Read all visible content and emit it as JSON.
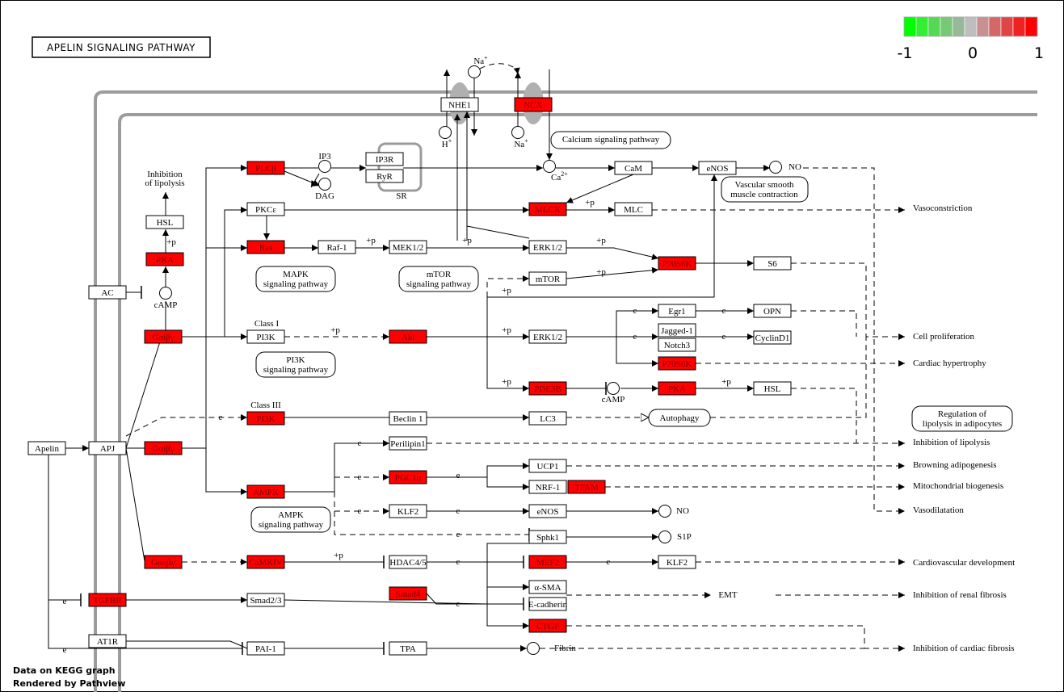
{
  "title": "APELIN SIGNALING PATHWAY",
  "footer": {
    "line1": "Data on KEGG graph",
    "line2": "Rendered by Pathview"
  },
  "legend": {
    "colors": [
      "#00ff00",
      "#33ee33",
      "#55d955",
      "#77c877",
      "#99b899",
      "#bebebe",
      "#c89090",
      "#d46868",
      "#e04545",
      "#ee2222",
      "#ff0000"
    ],
    "ticks": [
      "-1",
      "0",
      "1"
    ]
  },
  "colors": {
    "up": "#ff0000",
    "none": "#ffffff",
    "membrane": "#9c9c9c"
  },
  "genes": [
    {
      "id": "nhe1",
      "label": "NHE1",
      "hit": false
    },
    {
      "id": "ncx",
      "label": "NCX",
      "hit": true
    },
    {
      "id": "plcb",
      "label": "PLCβ",
      "hit": true
    },
    {
      "id": "ip3r",
      "label": "IP3R",
      "hit": false
    },
    {
      "id": "ryr",
      "label": "RyR",
      "hit": false
    },
    {
      "id": "cam",
      "label": "CaM",
      "hit": false
    },
    {
      "id": "enos1",
      "label": "eNOS",
      "hit": false
    },
    {
      "id": "hsl1",
      "label": "HSL",
      "hit": false
    },
    {
      "id": "pkce",
      "label": "PKCε",
      "hit": false
    },
    {
      "id": "mlck",
      "label": "MLCK",
      "hit": true
    },
    {
      "id": "mlc",
      "label": "MLC",
      "hit": false
    },
    {
      "id": "pka1",
      "label": "PKA",
      "hit": true
    },
    {
      "id": "ras",
      "label": "Ras",
      "hit": true
    },
    {
      "id": "raf1",
      "label": "Raf-1",
      "hit": false
    },
    {
      "id": "mek12",
      "label": "MEK1/2",
      "hit": false
    },
    {
      "id": "erk12a",
      "label": "ERK1/2",
      "hit": false
    },
    {
      "id": "p70a",
      "label": "P70S6K",
      "hit": true
    },
    {
      "id": "s6",
      "label": "S6",
      "hit": false
    },
    {
      "id": "ac",
      "label": "AC",
      "hit": false
    },
    {
      "id": "mtor",
      "label": "mTOR",
      "hit": false
    },
    {
      "id": "gby1",
      "label": "Gαiβγ",
      "hit": true
    },
    {
      "id": "pi3k1",
      "label": "PI3K",
      "hit": false
    },
    {
      "id": "akt",
      "label": "Akt",
      "hit": true
    },
    {
      "id": "erk12b",
      "label": "ERK1/2",
      "hit": false
    },
    {
      "id": "egr1",
      "label": "Egr1",
      "hit": false
    },
    {
      "id": "opn",
      "label": "OPN",
      "hit": false
    },
    {
      "id": "jag1",
      "label": "Jagged-1",
      "hit": false
    },
    {
      "id": "notch3",
      "label": "Notch3",
      "hit": false
    },
    {
      "id": "cycd1",
      "label": "CyclinD1",
      "hit": false
    },
    {
      "id": "p70b",
      "label": "P70S6K",
      "hit": true
    },
    {
      "id": "pde3b",
      "label": "PDE3B",
      "hit": true
    },
    {
      "id": "pka2",
      "label": "PKA",
      "hit": true
    },
    {
      "id": "hsl2",
      "label": "HSL",
      "hit": false
    },
    {
      "id": "pi3k3",
      "label": "PI3K",
      "hit": true
    },
    {
      "id": "beclin",
      "label": "Beclin 1",
      "hit": false
    },
    {
      "id": "lc3",
      "label": "LC3",
      "hit": false
    },
    {
      "id": "apelin",
      "label": "Apelin",
      "hit": false
    },
    {
      "id": "apj",
      "label": "APJ",
      "hit": false
    },
    {
      "id": "gby2",
      "label": "Gαiβγ",
      "hit": true
    },
    {
      "id": "perilipin",
      "label": "Perilipin1",
      "hit": false
    },
    {
      "id": "ampk",
      "label": "AMPK",
      "hit": true
    },
    {
      "id": "pgc1a",
      "label": "PGC1α",
      "hit": true
    },
    {
      "id": "ucp1",
      "label": "UCP1",
      "hit": false
    },
    {
      "id": "nrf1",
      "label": "NRF-1",
      "hit": false
    },
    {
      "id": "tfam",
      "label": "TFAM",
      "hit": true
    },
    {
      "id": "klf2a",
      "label": "KLF2",
      "hit": false
    },
    {
      "id": "enos2",
      "label": "eNOS",
      "hit": false
    },
    {
      "id": "sphk1",
      "label": "Sphk1",
      "hit": false
    },
    {
      "id": "gq",
      "label": "Gαqβγ",
      "hit": true
    },
    {
      "id": "camk",
      "label": "CaMKIV",
      "hit": true
    },
    {
      "id": "hdac",
      "label": "HDAC4/5",
      "hit": false
    },
    {
      "id": "mef2",
      "label": "MEF2",
      "hit": true
    },
    {
      "id": "klf2b",
      "label": "KLF2",
      "hit": false
    },
    {
      "id": "tgfbr",
      "label": "TGFBR",
      "hit": true
    },
    {
      "id": "smad23",
      "label": "Smad2/3",
      "hit": false
    },
    {
      "id": "smad4",
      "label": "Smad4",
      "hit": true
    },
    {
      "id": "asma",
      "label": "α-SMA",
      "hit": false
    },
    {
      "id": "ecad",
      "label": "E-cadherin",
      "hit": false
    },
    {
      "id": "ctgf",
      "label": "CTGF",
      "hit": true
    },
    {
      "id": "at1r",
      "label": "AT1R",
      "hit": false
    },
    {
      "id": "pai1",
      "label": "PAI-1",
      "hit": false
    },
    {
      "id": "tpa",
      "label": "TPA",
      "hit": false
    }
  ],
  "compounds": [
    {
      "id": "na1",
      "label": "Na+"
    },
    {
      "id": "h",
      "label": "H+"
    },
    {
      "id": "na2",
      "label": "Na+"
    },
    {
      "id": "ca",
      "label": "Ca2+"
    },
    {
      "id": "ip3",
      "label": "IP3"
    },
    {
      "id": "dag",
      "label": "DAG"
    },
    {
      "id": "no1",
      "label": "NO"
    },
    {
      "id": "camp1",
      "label": "cAMP"
    },
    {
      "id": "camp2",
      "label": "cAMP"
    },
    {
      "id": "no2",
      "label": "NO"
    },
    {
      "id": "s1p",
      "label": "S1P"
    },
    {
      "id": "fibrin",
      "label": "Fibrin"
    }
  ],
  "pathways": [
    {
      "id": "calcium",
      "label": "Calcium signaling pathway"
    },
    {
      "id": "vsm1",
      "label": "Vascular smooth"
    },
    {
      "id": "vsm2",
      "label": "muscle contraction"
    },
    {
      "id": "mapk1",
      "label": "MAPK"
    },
    {
      "id": "mapk2",
      "label": "signaling pathway"
    },
    {
      "id": "mtor1",
      "label": "mTOR"
    },
    {
      "id": "mtor2",
      "label": "signaling pathway"
    },
    {
      "id": "pi3k1",
      "label": "PI3K"
    },
    {
      "id": "pi3k2",
      "label": "signaling pathway"
    },
    {
      "id": "ampk1",
      "label": "AMPK"
    },
    {
      "id": "ampk2",
      "label": "signaling pathway"
    },
    {
      "id": "autophagy",
      "label": "Autophagy"
    },
    {
      "id": "lipo1",
      "label": "Regulation of"
    },
    {
      "id": "lipo2",
      "label": "lipolysis in adipocytes"
    }
  ],
  "outcomes": [
    {
      "id": "vasoconstriction",
      "label": "Vasoconstriction"
    },
    {
      "id": "cellprolif",
      "label": "Cell proliferation"
    },
    {
      "id": "hypertrophy",
      "label": "Cardiac hypertrophy"
    },
    {
      "id": "inhlipo",
      "label": "Inhibition of lipolysis"
    },
    {
      "id": "browning",
      "label": "Browning adipogenesis"
    },
    {
      "id": "mito",
      "label": "Mitochondrial biogenesis"
    },
    {
      "id": "vasodil",
      "label": "Vasodilatation"
    },
    {
      "id": "cvdev",
      "label": "Cardiovascular development"
    },
    {
      "id": "renal",
      "label": "Inhibition of renal fibrosis"
    },
    {
      "id": "cardfib",
      "label": "Inhibition of cardiac fibrosis"
    }
  ],
  "labels": {
    "inhlipo_top1": "Inhibition",
    "inhlipo_top2": "of lipolysis",
    "sr": "SR",
    "class1": "Class I",
    "class3": "Class III",
    "emt": "EMT",
    "p": "+p",
    "e": "e"
  }
}
